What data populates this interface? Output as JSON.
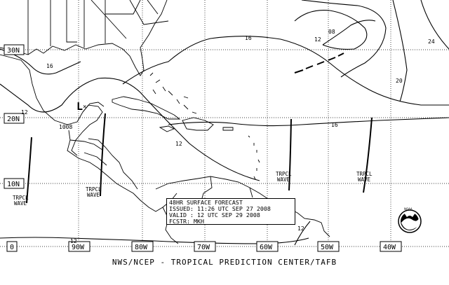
{
  "latitude_labels": [
    "30N",
    "20N",
    "10N",
    "0"
  ],
  "longitude_labels": [
    "90W",
    "80W",
    "70W",
    "60W",
    "50W",
    "40W"
  ],
  "isobar_labels": [
    "16",
    "12",
    "16",
    "08",
    "12",
    "24",
    "20",
    "16",
    "12",
    "12",
    "12"
  ],
  "pressure_center": {
    "symbol": "L",
    "marker": "×",
    "value": "1008"
  },
  "tropical_waves": [
    {
      "line1": "TRPCL",
      "line2": "WAVE"
    },
    {
      "line1": "TRPCL",
      "line2": "WAVE"
    },
    {
      "line1": "TRPCL",
      "line2": "WAVE"
    },
    {
      "line1": "TRPCL",
      "line2": "WAVE"
    }
  ],
  "forecast_box": {
    "title": "48HR SURFACE FORECAST",
    "issued": "ISSUED: 11:26 UTC SEP 27 2008",
    "valid": "VALID : 12 UTC SEP 29 2008",
    "forecaster": "FCSTR: MKH"
  },
  "footer": "NWS/NCEP - TROPICAL PREDICTION CENTER/TAFB",
  "logo": {
    "text": "NOAA"
  }
}
